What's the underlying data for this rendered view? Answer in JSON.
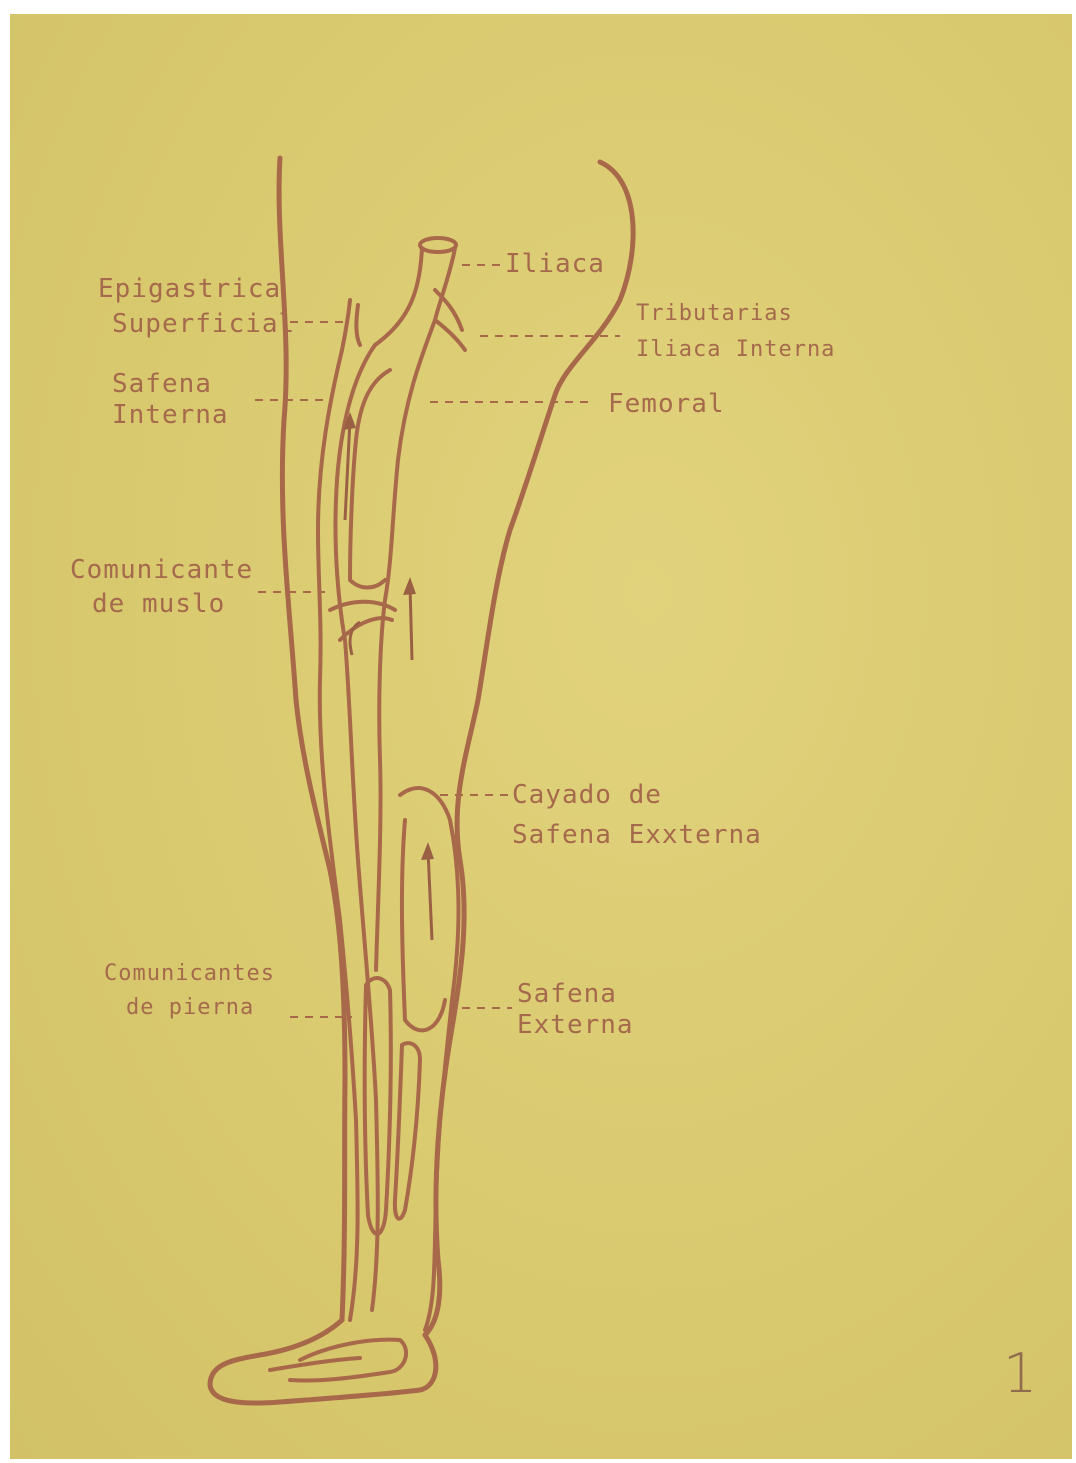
{
  "labels": {
    "epigastrica": "Epigastrica",
    "superficial": "Superficial",
    "safena_interna_1": "Safena",
    "safena_interna_2": "Interna",
    "iliaca": "Iliaca",
    "tributarias_1": "Tributarias",
    "tributarias_2": "Iliaca Interna",
    "femoral": "Femoral",
    "comunicante_muslo_1": "Comunicante",
    "comunicante_muslo_2": "de muslo",
    "cayado_1": "Cayado de",
    "cayado_2": "Safena Exxterna",
    "comunicantes_pierna_1": "Comunicantes",
    "comunicantes_pierna_2": "de pierna",
    "safena_externa_1": "Safena",
    "safena_externa_2": "Externa"
  },
  "page_number": "1",
  "colors": {
    "paper": "#dccd74",
    "ink": "#a8694a"
  }
}
